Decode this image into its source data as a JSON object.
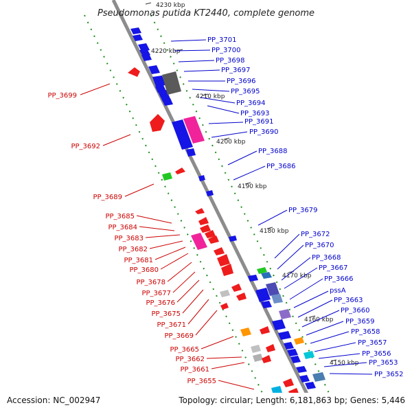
{
  "title": "Pseudomonas putida KT2440, complete genome",
  "accession": "Accession: NC_002947",
  "summary": "Topology: circular; Length: 6,181,863 bp; Genes: 5,446",
  "colors": {
    "reverse_label": "#cc0000",
    "forward_label": "#0000cc",
    "backbone": "#8c8c8c",
    "dots": "#1a8c1a"
  },
  "ticks": [
    "4230 kbp",
    "4220 kbp",
    "4210 kbp",
    "4200 kbp",
    "4190 kbp",
    "4180 kbp",
    "4170 kbp",
    "4160 kbp",
    "4150 kbp"
  ],
  "left_labels": [
    "PP_3699",
    "PP_3692",
    "PP_3689",
    "PP_3685",
    "PP_3684",
    "PP_3683",
    "PP_3682",
    "PP_3681",
    "PP_3680",
    "PP_3678",
    "PP_3677",
    "PP_3676",
    "PP_3675",
    "PP_3671",
    "PP_3669",
    "PP_3665",
    "PP_3662",
    "PP_3661",
    "PP_3655"
  ],
  "right_labels": [
    "PP_3701",
    "PP_3700",
    "PP_3698",
    "PP_3697",
    "PP_3696",
    "PP_3695",
    "PP_3694",
    "PP_3693",
    "PP_3691",
    "PP_3690",
    "PP_3688",
    "PP_3686",
    "PP_3679",
    "PP_3672",
    "PP_3670",
    "PP_3668",
    "PP_3667",
    "PP_3666",
    "pssA",
    "PP_3663",
    "PP_3660",
    "PP_3659",
    "PP_3658",
    "PP_3657",
    "PP_3656",
    "PP_3653",
    "PP_3652"
  ]
}
